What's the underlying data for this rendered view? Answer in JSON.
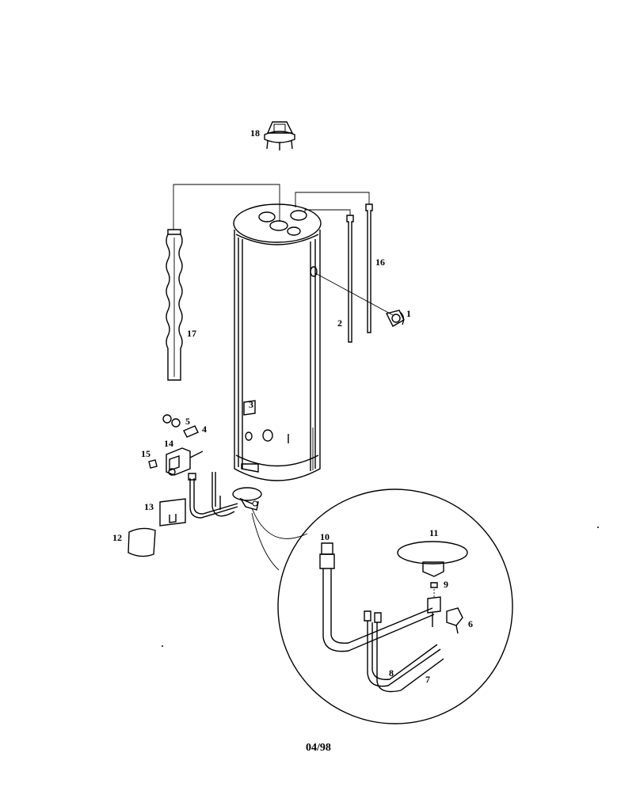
{
  "header_text": "",
  "footer": {
    "date_code": "04/98"
  },
  "callouts": {
    "anode_rod": "17",
    "inlet_nipple": "18",
    "drain_valve": "1",
    "dip_tube": "2",
    "relief_tube": "16",
    "access_cover": "3",
    "nut": "5",
    "fitting": "4",
    "gas_valve": "14",
    "plug": "15",
    "door": "13",
    "outer_door": "12",
    "manifold_tube": "10",
    "burner": "11",
    "pilot_bracket": "9",
    "thermocouple_bracket": "6",
    "thermocouple": "8",
    "pilot_tube": "7"
  }
}
